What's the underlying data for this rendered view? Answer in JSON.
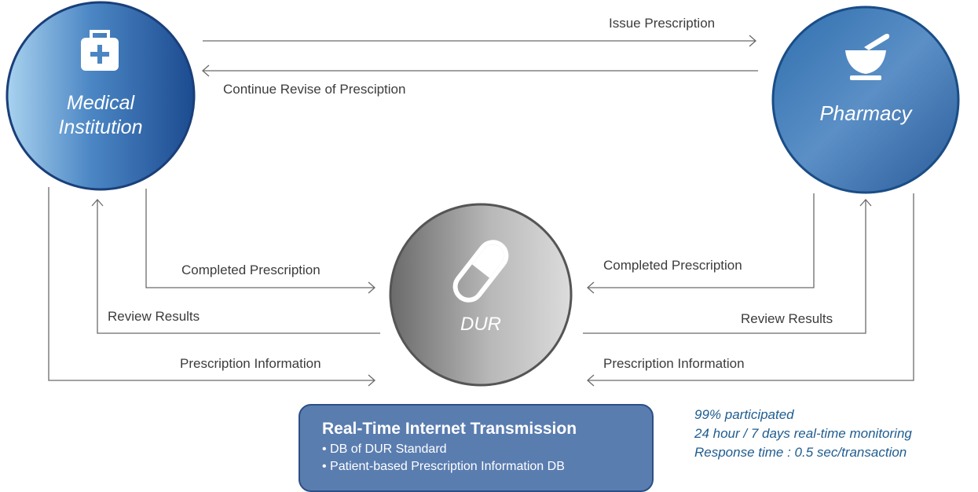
{
  "nodes": {
    "medical": {
      "line1": "Medical",
      "line2": "Institution"
    },
    "pharmacy": {
      "label": "Pharmacy"
    },
    "dur": {
      "label": "DUR"
    }
  },
  "edges": {
    "issue_prescription": "Issue Prescription",
    "continue_revise": "Continue Revise of Presciption",
    "completed_left": "Completed Prescription",
    "completed_right": "Completed Prescription",
    "review_left": "Review Results",
    "review_right": "Review Results",
    "info_left": "Prescription Information",
    "info_right": "Prescription Information"
  },
  "info_box": {
    "title": "Real-Time Internet Transmission",
    "items": [
      "• DB of DUR Standard",
      "• Patient-based Prescription Information DB"
    ]
  },
  "stats": [
    "99% participated",
    "24 hour / 7 days real-time monitoring",
    "Response time : 0.5 sec/transaction"
  ],
  "icons": {
    "medical": "medical-kit-icon",
    "pharmacy": "mortar-pestle-icon",
    "dur": "capsule-icon"
  },
  "colors": {
    "blue_dark": "#1f4f94",
    "blue_light": "#9cc6e8",
    "gray_dark": "#6e6e6e",
    "gray_light": "#d8d8d8",
    "box": "#5a7db0",
    "stats_text": "#1f5c8f"
  }
}
